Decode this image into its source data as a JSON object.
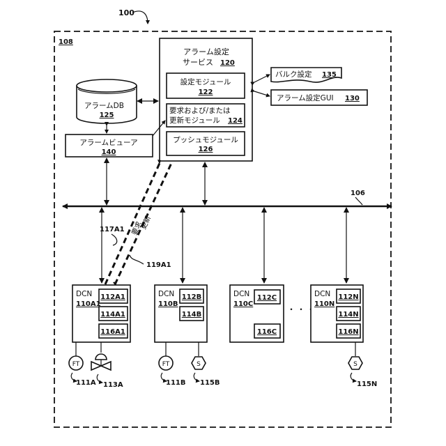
{
  "figure_ref": "100",
  "system_ref": "108",
  "network_ref": "106",
  "alarm_service": {
    "line1": "アラーム設定",
    "line2": "サービス",
    "ref": "120"
  },
  "settings_module": {
    "label": "設定モジュール",
    "ref": "122"
  },
  "request_module": {
    "line1": "要求および/または",
    "line2": "更新モジュール",
    "ref": "124"
  },
  "push_module": {
    "label": "プッシュモジュール",
    "ref": "126"
  },
  "bulk_settings": {
    "label": "バルク設定",
    "ref": "135"
  },
  "alarm_gui": {
    "label": "アラーム設定GUI",
    "ref": "130"
  },
  "alarm_db": {
    "label": "アラームDB",
    "ref": "125"
  },
  "alarm_viewer": {
    "label": "アラームビューア",
    "ref": "140"
  },
  "link_labels": {
    "request": "要求",
    "update": "更新",
    "ref_117": "117A1",
    "ref_119": "119A1"
  },
  "dcns": [
    {
      "title": "DCN",
      "ref": "110A1",
      "units": [
        "112A1",
        "114A1",
        "116A1"
      ]
    },
    {
      "title": "DCN",
      "ref": "110B",
      "units": [
        "112B",
        "114B"
      ]
    },
    {
      "title": "DCN",
      "ref": "110C",
      "units": [
        "112C",
        "116C"
      ]
    },
    {
      "title": "DCN",
      "ref": "110N",
      "units": [
        "112N",
        "114N",
        "116N"
      ]
    }
  ],
  "ellipsis": "・・・",
  "field_devices": [
    {
      "symbol": "FT",
      "ref": "111A"
    },
    {
      "symbol": "",
      "ref": "113A"
    },
    {
      "symbol": "FT",
      "ref": "111B"
    },
    {
      "symbol": "S",
      "ref": "115B"
    },
    {
      "symbol": "S",
      "ref": "115N"
    }
  ]
}
